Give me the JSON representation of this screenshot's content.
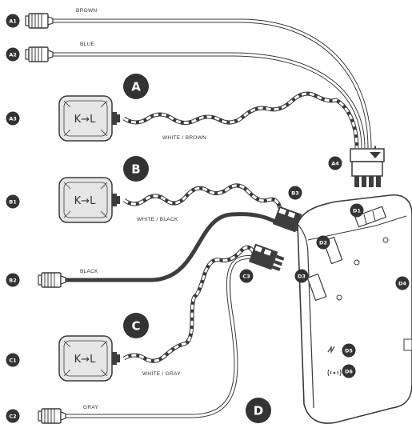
{
  "colors": {
    "ink": "#3a3a3a",
    "badge": "#333333",
    "box_fill": "#e6e6e6",
    "wire_fill": "#ffffff",
    "black_wire": "#3d3d3d"
  },
  "badges": {
    "a1": "A1",
    "a2": "A2",
    "a3": "A3",
    "a4": "A4",
    "b1": "B1",
    "b2": "B2",
    "b3": "B3",
    "c1": "C1",
    "c2": "C2",
    "c3": "C3",
    "d1": "D1",
    "d2": "D2",
    "d3": "D3",
    "d4": "D4",
    "d5": "D5",
    "d6": "D6"
  },
  "groups": {
    "a": "A",
    "b": "B",
    "c": "C",
    "d": "D"
  },
  "wire_labels": {
    "brown": "BROWN",
    "blue": "BLUE",
    "white_brown": "WHITE / BROWN",
    "white_black": "WHITE / BLACK",
    "black": "BLACK",
    "white_gray": "WHITE / GRAY",
    "gray": "GRAY"
  },
  "sensor_label": "K→L",
  "icons": [
    "connector-plug-icon",
    "sensor-k-to-l-icon",
    "lightning-icon",
    "radio-signal-icon"
  ]
}
